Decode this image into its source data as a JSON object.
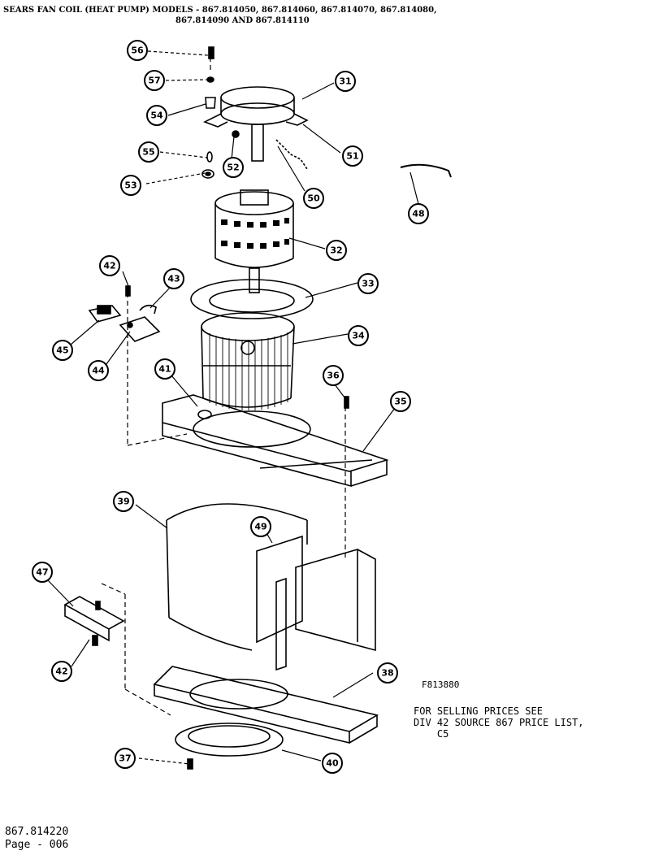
{
  "header": {
    "title_line1": "SEARS FAN COIL (HEAT PUMP) MODELS - 867.814050, 867.814060, 867.814070, 867.814080,",
    "title_line2": "867.814090 AND 867.814110"
  },
  "diagram": {
    "ref_code": "F813880",
    "price_note": "FOR SELLING PRICES SEE\nDIV 42 SOURCE 867 PRICE LIST,\n    C5",
    "callouts": [
      "56",
      "57",
      "54",
      "31",
      "55",
      "52",
      "51",
      "53",
      "50",
      "48",
      "32",
      "42",
      "43",
      "33",
      "45",
      "44",
      "34",
      "41",
      "36",
      "35",
      "39",
      "49",
      "47",
      "42",
      "38",
      "37",
      "40"
    ]
  },
  "footer": {
    "part_number": "867.814220",
    "page": "Page - 006"
  }
}
